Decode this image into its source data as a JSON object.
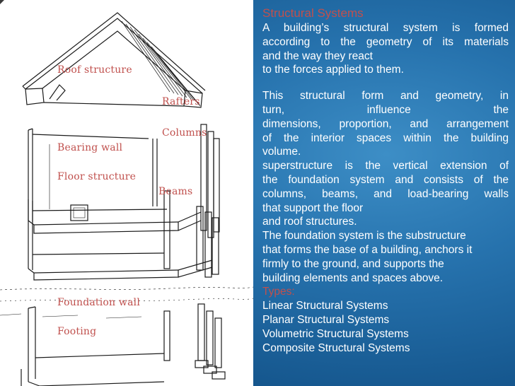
{
  "labels": {
    "roof_structure": "Roof structure",
    "rafters": "Rafters",
    "columns": "Columns",
    "bearing_wall": "Bearing wall",
    "floor_structure": "Floor structure",
    "beams": "Beams",
    "foundation_wall": "Foundation wall",
    "footing": "Footing"
  },
  "text": {
    "title": "Structural Systems",
    "p1_l1": "A building’s structural system is formed",
    "p1_l2": "according to the geometry of its materials",
    "p1_l3": "and the way they react",
    "p1_l4": "to the forces applied to them.",
    "p2_l1": "This structural form and geometry, in",
    "p2_l2a": "turn,",
    "p2_l2b": "influence",
    "p2_l2c": "the",
    "p2_l3": "dimensions, proportion, and arrangement",
    "p2_l4": "of the interior spaces within the building",
    "p2_l5": "volume.",
    "p3_l1": "superstructure is the vertical extension of",
    "p3_l2": "the foundation system and consists of the",
    "p3_l3": "columns, beams, and load-bearing walls",
    "p3_l4": "that support the floor",
    "p3_l5": "and roof structures.",
    "p4_l1": "The foundation system is the substructure",
    "p4_l2": "that forms the base of a building, anchors it",
    "p4_l3": "firmly to the ground, and supports the",
    "p4_l4": "building elements and spaces above.",
    "types_heading": "Types:",
    "type1": "Linear Structural Systems",
    "type2": "Planar Structural Systems",
    "type3": "Volumetric Structural Systems",
    "type4": "Composite Structural Systems"
  },
  "colors": {
    "accent_red": "#c0504d",
    "background_blue": "#1d5f97",
    "text_white": "#ffffff"
  }
}
